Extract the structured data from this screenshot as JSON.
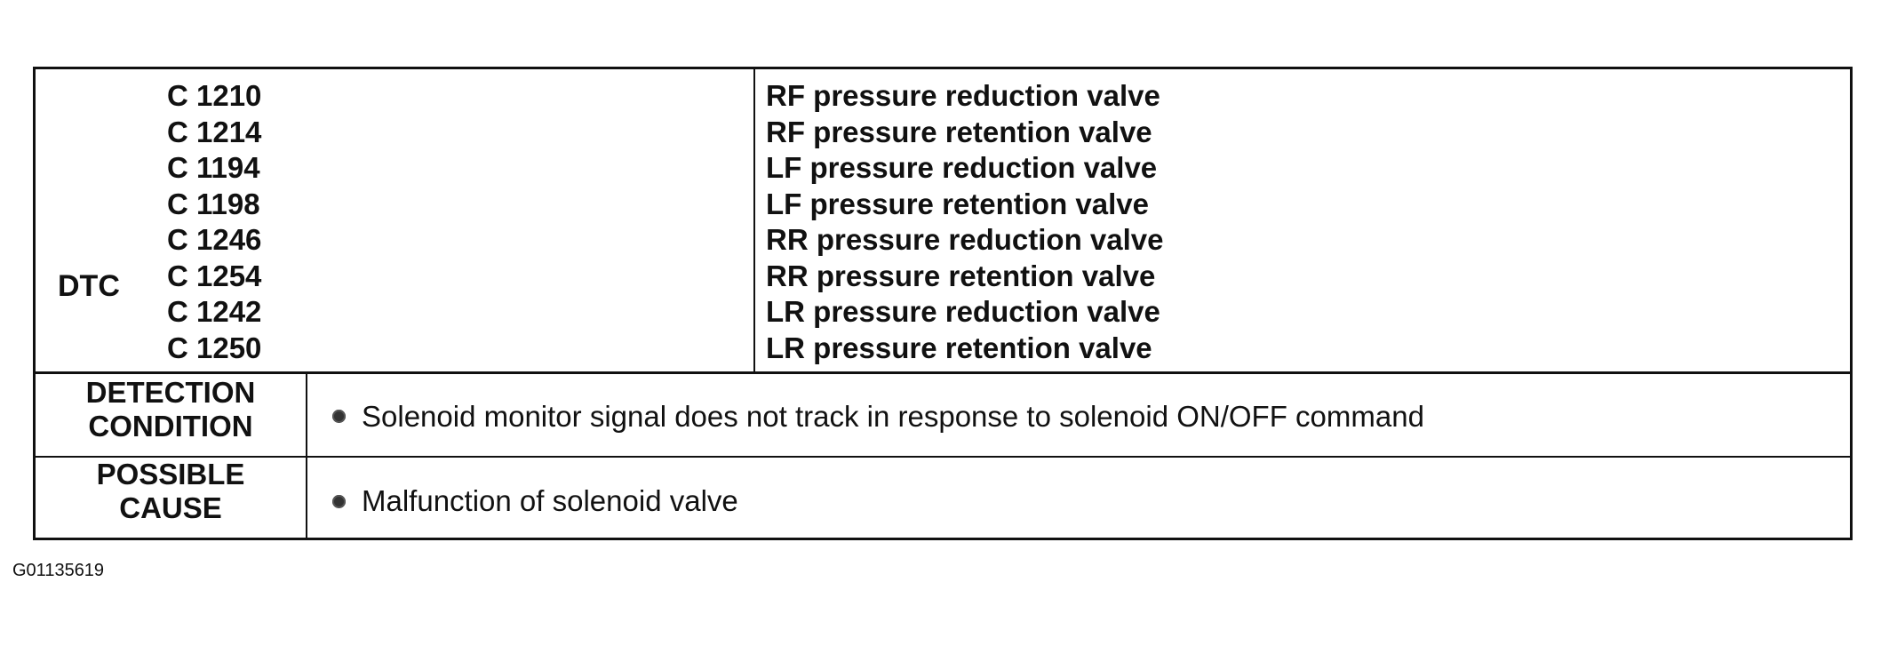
{
  "dtc": {
    "label": "DTC",
    "rows": [
      {
        "code": "C 1210",
        "desc": "RF pressure reduction valve"
      },
      {
        "code": "C 1214",
        "desc": "RF pressure retention valve"
      },
      {
        "code": "C 1194",
        "desc": "LF pressure reduction valve"
      },
      {
        "code": "C 1198",
        "desc": "LF pressure retention valve"
      },
      {
        "code": "C 1246",
        "desc": "RR pressure reduction valve"
      },
      {
        "code": "C 1254",
        "desc": "RR pressure retention valve"
      },
      {
        "code": "C 1242",
        "desc": "LR pressure reduction valve"
      },
      {
        "code": "C 1250",
        "desc": "LR pressure retention valve"
      }
    ]
  },
  "detection": {
    "label_line1": "DETECTION",
    "label_line2": "CONDITION",
    "text": "Solenoid monitor signal does not track in response to solenoid ON/OFF command"
  },
  "possible": {
    "label_line1": "POSSIBLE",
    "label_line2": "CAUSE",
    "text": "Malfunction of solenoid valve"
  },
  "figure_id": "G01135619"
}
